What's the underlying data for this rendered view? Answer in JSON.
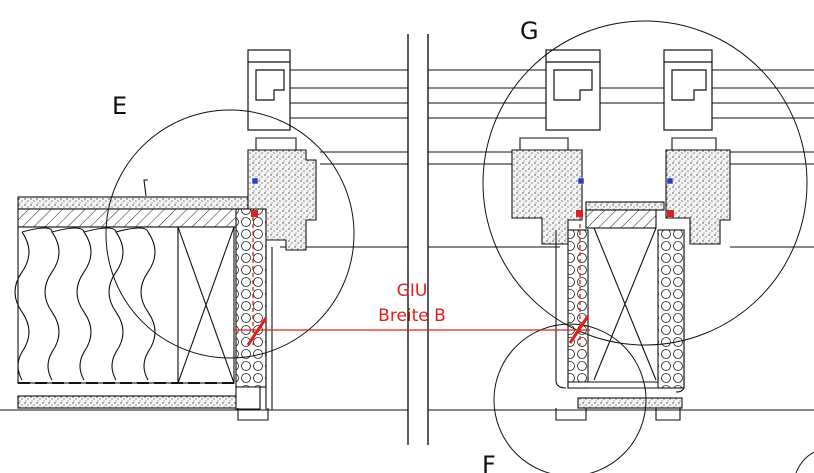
{
  "labels": {
    "detail_e_top": "E",
    "detail_g": "G",
    "detail_f": "F",
    "giu_line1": "GIU",
    "giu_line2": "Breite B"
  },
  "colors": {
    "line": "#111111",
    "accent_red": "#e0201f",
    "marker_blue": "#2a3fbf",
    "hatch_fill": "#d9d9d9"
  }
}
